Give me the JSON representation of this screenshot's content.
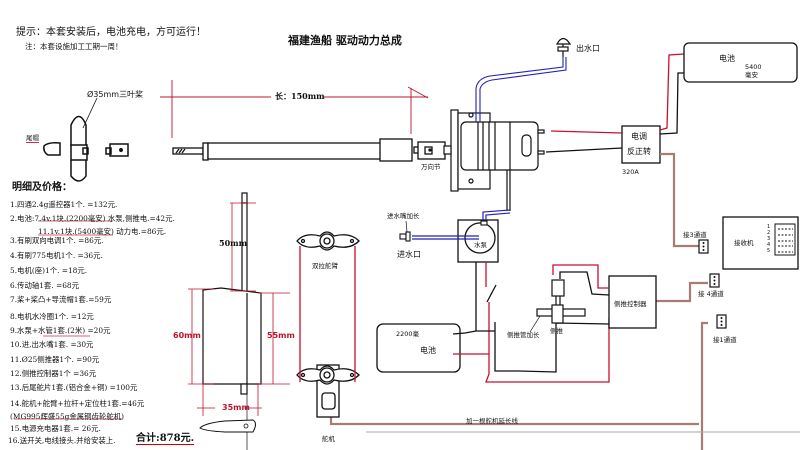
{
  "header": {
    "tip": "提示：本套安装后，电池充电，方可运行！",
    "note": "注：本套设施加工工期一周！",
    "title": "福建渔船  驱动动力总成"
  },
  "propeller": {
    "label": "Ø35mm三叶桨",
    "cap_label": "尾帽"
  },
  "shaft": {
    "length_label": "长：150mm",
    "ujoint_label": "万向节"
  },
  "outlet": {
    "label": "出水口"
  },
  "esc": {
    "line1": "电调",
    "line2": "反正转",
    "rating": "320A"
  },
  "battery_main": {
    "label": "电池",
    "capacity": "5400",
    "unit": "毫安"
  },
  "receiver": {
    "label": "接收机",
    "channels": [
      "1",
      "2",
      "3",
      "4",
      "5"
    ]
  },
  "channels": {
    "ch3": "接3通道",
    "ch4": "接 4通道",
    "ch1": "接1通道"
  },
  "pump": {
    "inlet_ext_label": "进水嘴加长",
    "inlet_label": "进水口",
    "pump_label": "水泵"
  },
  "thruster": {
    "controller_label": "侧推控制器",
    "thruster_label": "侧推",
    "tube_ext_label": "侧推管加长"
  },
  "battery_small": {
    "capacity": "2200毫",
    "label": "电池"
  },
  "servo": {
    "arm_label": "双拉舵臂",
    "label": "舵机",
    "extension_note": "加一根舵机延长线"
  },
  "rudder": {
    "dim_top": "50mm",
    "dim_left": "60mm",
    "dim_right": "55mm",
    "dim_bottom": "35mm"
  },
  "price_list": {
    "heading": "明细及价格：",
    "items": [
      "1.四通2.4g遥控器1个.    =132元.",
      "2.电池:7.4v.1块.(2200毫安) 水泵,侧推电.=42元.",
      "11.1v.1块.(5400毫安) 动力电.=86元.",
      "3.有刷双向电调1个.        =86元.",
      "4.有刷775电机1个.         =36元.",
      "5.电机(座)1个.            =18元.",
      "6.传动轴1套.              =68元",
      "7.桨+桨凸+导流帽1套.=59元",
      "8.电机水冷圈1个.          =12元",
      "9.水泵+水管1套.(2米)      =20元",
      "10.进,出水嘴1套.          =30元",
      "11.Ø25侧推器1个.          =90元",
      "12.侧推控制器1个          =36元",
      "13.后尾舵片1套.(铝合金+铜)      =100元",
      "14.舵机+舵臂+拉杆+定位柱1套.=46元",
      "(MG995辉盛55g金属铜齿轮舵机)",
      "15.电源充电器1套.= 26元.",
      "16.送开关,电线接头.并给安装上."
    ],
    "total": "合计:878元."
  },
  "colors": {
    "wire_red": "#c8102e",
    "wire_black": "#111111",
    "wire_brown": "#a67c74",
    "water_tube_blue": "#2222b8",
    "dimension_red": "#c0142c"
  }
}
